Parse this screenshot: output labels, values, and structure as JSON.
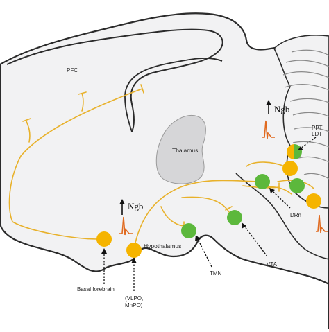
{
  "labels": {
    "pfc": "PFC",
    "thalamus": "Thalamus",
    "hypothalamus": "Hypothalamus",
    "basal_forebrain": "Basal forebrain",
    "vlpo_line1": "(VLPO,",
    "vlpo_line2": "MnPO)",
    "tmn": "TMN",
    "vta": "VTA",
    "drn": "DRn",
    "ppt": "PPT",
    "ldt": "LDT",
    "ngb_left": "Ngb",
    "ngb_right": "Ngb"
  },
  "colors": {
    "brain_fill": "#f2f2f3",
    "brain_outline": "#2b2b2b",
    "thalamus_fill": "#d6d6d8",
    "pathway": "#e8b12a",
    "orange_nucleus": "#f5b400",
    "green_nucleus": "#5cb83c",
    "spike": "#e06a1f"
  }
}
